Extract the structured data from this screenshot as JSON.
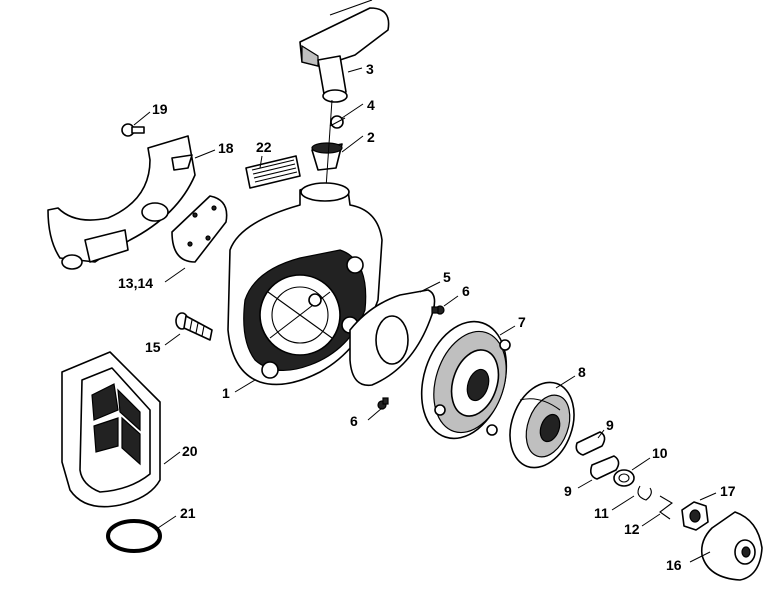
{
  "diagram": {
    "callouts": [
      {
        "id": "1",
        "text": "1"
      },
      {
        "id": "2",
        "text": "2"
      },
      {
        "id": "3",
        "text": "3"
      },
      {
        "id": "4",
        "text": "4"
      },
      {
        "id": "5",
        "text": "5"
      },
      {
        "id": "6a",
        "text": "6"
      },
      {
        "id": "6b",
        "text": "6"
      },
      {
        "id": "7",
        "text": "7"
      },
      {
        "id": "8",
        "text": "8"
      },
      {
        "id": "9a",
        "text": "9"
      },
      {
        "id": "9b",
        "text": "9"
      },
      {
        "id": "10",
        "text": "10"
      },
      {
        "id": "11",
        "text": "11"
      },
      {
        "id": "12",
        "text": "12"
      },
      {
        "id": "13-14",
        "text": "13,14"
      },
      {
        "id": "15",
        "text": "15"
      },
      {
        "id": "16",
        "text": "16"
      },
      {
        "id": "17",
        "text": "17"
      },
      {
        "id": "18",
        "text": "18"
      },
      {
        "id": "19",
        "text": "19"
      },
      {
        "id": "20",
        "text": "20"
      },
      {
        "id": "21",
        "text": "21"
      },
      {
        "id": "22",
        "text": "22"
      }
    ]
  }
}
